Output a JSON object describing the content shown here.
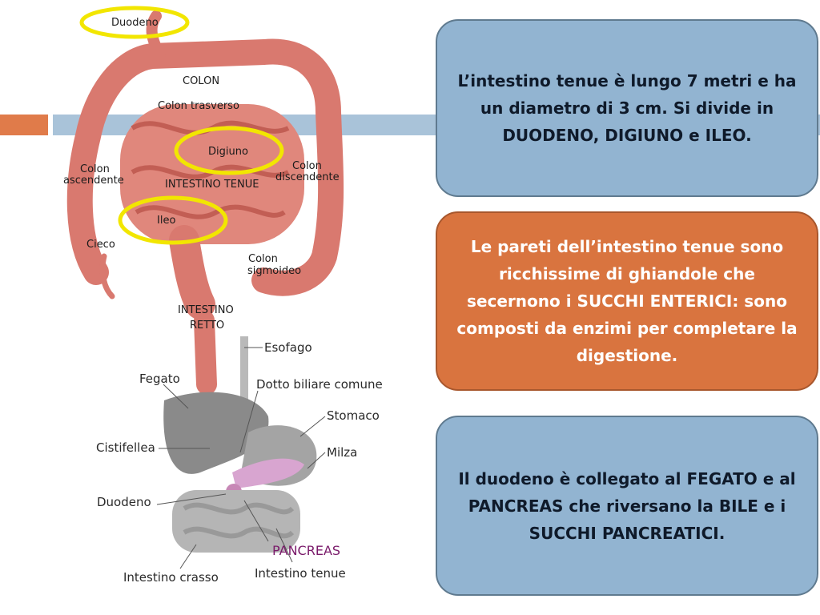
{
  "illustration": {
    "intestine_labels": {
      "duodeno": "Duodeno",
      "colon": "COLON",
      "colon_trasverso": "Colon trasverso",
      "digiuno": "Digiuno",
      "colon_ascendente_1": "Colon",
      "colon_ascendente_2": "ascendente",
      "colon_discendente_1": "Colon",
      "colon_discendente_2": "discendente",
      "intestino_tenue": "INTESTINO TENUE",
      "ileo": "Ileo",
      "cieco": "Cieco",
      "colon_sigmoideo_1": "Colon",
      "colon_sigmoideo_2": "sigmoideo",
      "intestino_retto_1": "INTESTINO",
      "intestino_retto_2": "RETTO"
    },
    "organ_labels": {
      "esofago": "Esofago",
      "fegato": "Fegato",
      "dotto_biliare": "Dotto biliare comune",
      "stomaco": "Stomaco",
      "cistifellea": "Cistifellea",
      "milza": "Milza",
      "duodeno": "Duodeno",
      "pancreas": "PANCREAS",
      "intestino_crasso": "Intestino crasso",
      "intestino_tenue": "Intestino tenue"
    },
    "colors": {
      "intestine": "#d9796f",
      "highlight_ring": "#f2e600",
      "organs": "#8a8a8a",
      "pancreas_label": "#7a1a6a"
    }
  },
  "cards": [
    {
      "text": "L’intestino tenue è lungo 7 metri e ha un diametro di 3 cm. Si divide in DUODENO, DIGIUNO e ILEO.",
      "color": "#92b4d1"
    },
    {
      "text": "Le pareti dell’intestino tenue sono ricchissime di ghiandole che secernono i SUCCHI ENTERICI: sono composti da enzimi per completare la digestione.",
      "color": "#d9743f"
    },
    {
      "text": "Il duodeno è collegato al FEGATO e al PANCREAS che riversano la BILE e i SUCCHI PANCREATICI.",
      "color": "#92b4d1"
    }
  ]
}
